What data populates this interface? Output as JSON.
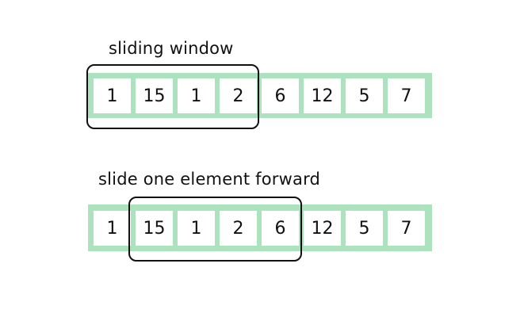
{
  "colors": {
    "strip": "#ADE2BF",
    "cell": "#FFFFFF",
    "window_border": "#111111",
    "text": "#111111"
  },
  "panels": [
    {
      "caption": "sliding window",
      "array": [
        "1",
        "15",
        "1",
        "2",
        "6",
        "12",
        "5",
        "7"
      ],
      "window": {
        "start_index": 0,
        "size": 4
      }
    },
    {
      "caption": "slide one element forward",
      "array": [
        "1",
        "15",
        "1",
        "2",
        "6",
        "12",
        "5",
        "7"
      ],
      "window": {
        "start_index": 1,
        "size": 4
      }
    }
  ]
}
